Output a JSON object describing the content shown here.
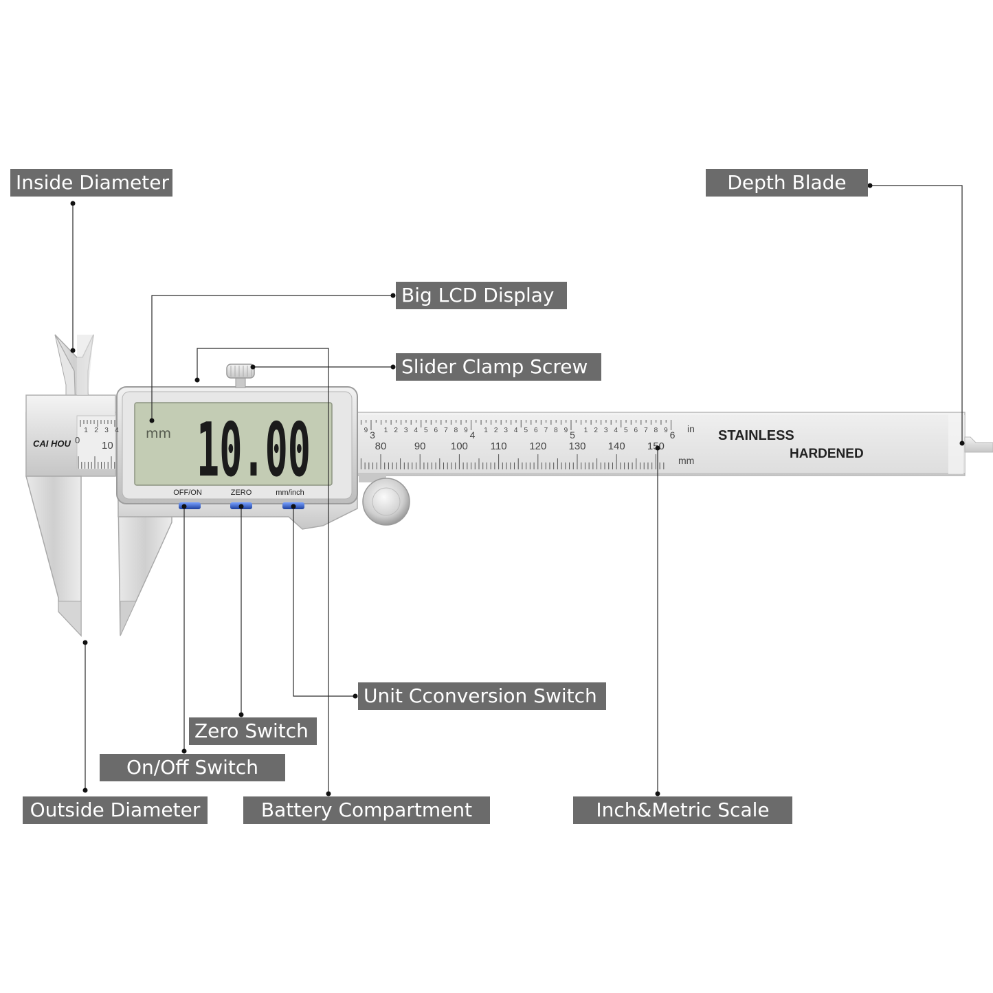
{
  "callouts": {
    "inside_diameter": "Inside Diameter",
    "depth_blade": "Depth Blade",
    "big_lcd_display": "Big LCD Display",
    "slider_clamp_screw": "Slider Clamp Screw",
    "unit_conversion_switch": "Unit Cconversion Switch",
    "zero_switch": "Zero Switch",
    "on_off_switch": "On/Off Switch",
    "outside_diameter": "Outside Diameter",
    "battery_compartment": "Battery Compartment",
    "inch_metric_scale": "Inch&Metric Scale"
  },
  "caliper": {
    "brand": "CAI HOU",
    "lcd_reading": "10.00",
    "lcd_unit": "mm",
    "buttons": {
      "off_on": "OFF/ON",
      "zero": "ZERO",
      "mm_inch": "mm/inch"
    },
    "beam_text_1": "STAINLESS",
    "beam_text_2": "HARDENED",
    "unit_in": "in",
    "unit_mm": "mm",
    "jaw_zero": "0",
    "jaw_ten": "10",
    "jaw_vernier": [
      "1",
      "2",
      "3",
      "4"
    ],
    "inch_whole": [
      "3",
      "4",
      "5",
      "6"
    ],
    "inch_sub": [
      "1",
      "2",
      "3",
      "4",
      "5",
      "6",
      "7",
      "8",
      "9"
    ],
    "mm_labels": [
      "80",
      "90",
      "100",
      "110",
      "120",
      "130",
      "140",
      "150"
    ]
  },
  "colors": {
    "callout_bg": "#6b6b6b",
    "steel": "#d9d9d9",
    "lcd_bg": "#c3ccb4",
    "button_blue": "#2e5fc9"
  }
}
